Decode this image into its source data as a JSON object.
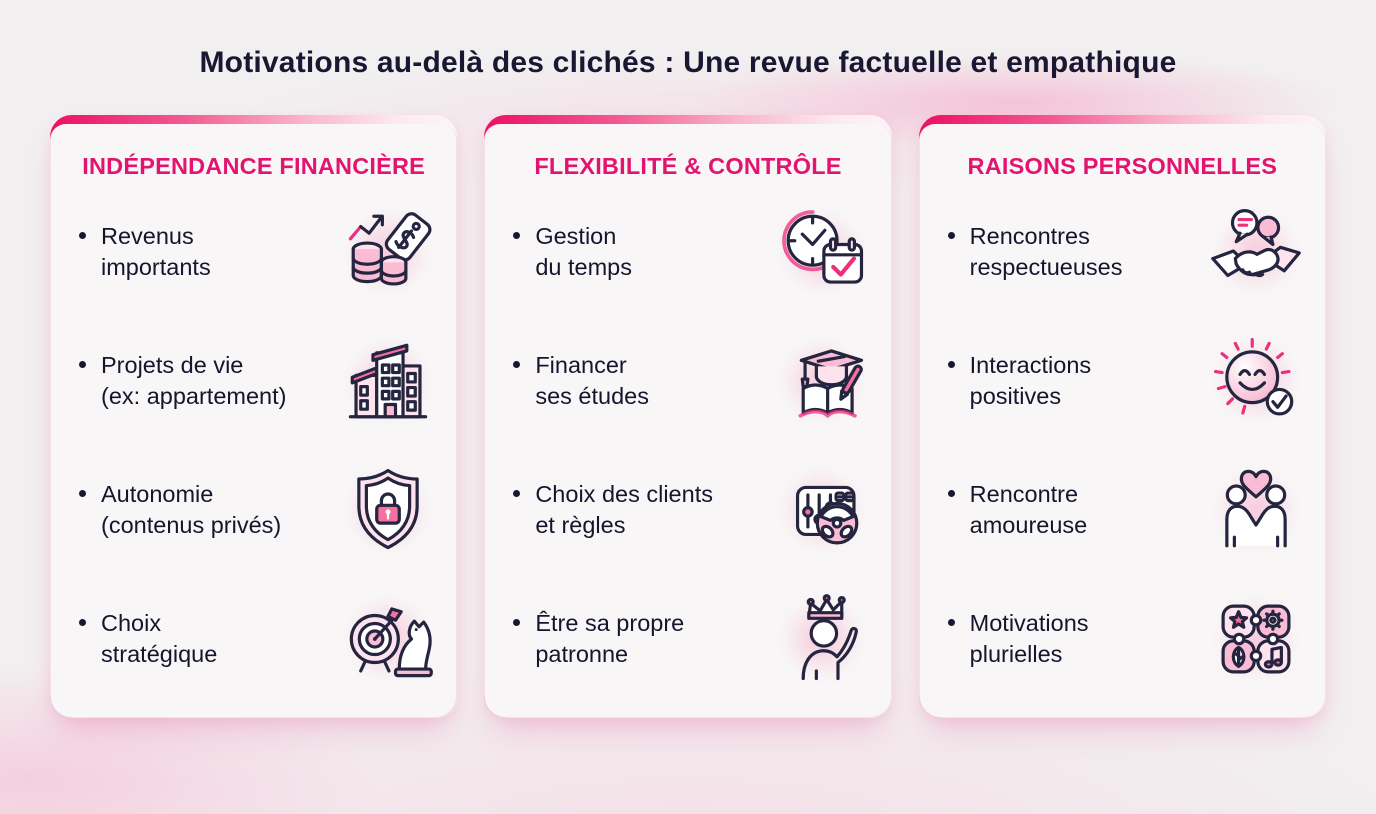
{
  "page": {
    "title": "Motivations au-delà des clichés : Une revue factuelle et empathique",
    "colors": {
      "background": "#f2eff0",
      "card_background": "#f8f6f7",
      "accent_pink": "#e8176f",
      "header_pink": "#e2146f",
      "text_dark": "#15152d"
    }
  },
  "cards": [
    {
      "header": "INDÉPENDANCE FINANCIÈRE",
      "items": [
        {
          "lines": [
            "Revenus",
            "importants"
          ],
          "icon": "coins-price-tag-icon"
        },
        {
          "lines": [
            "Projets de vie",
            "(ex: appartement)"
          ],
          "icon": "apartment-building-icon"
        },
        {
          "lines": [
            "Autonomie",
            "(contenus privés)"
          ],
          "icon": "shield-lock-icon"
        },
        {
          "lines": [
            "Choix",
            "stratégique"
          ],
          "icon": "target-chess-knight-icon"
        }
      ]
    },
    {
      "header": "FLEXIBILITÉ & CONTRÔLE",
      "items": [
        {
          "lines": [
            "Gestion",
            "du temps"
          ],
          "icon": "clock-calendar-icon"
        },
        {
          "lines": [
            "Financer",
            "ses études"
          ],
          "icon": "graduation-book-icon"
        },
        {
          "lines": [
            "Choix des clients",
            "et règles"
          ],
          "icon": "sliders-steering-wheel-icon"
        },
        {
          "lines": [
            "Être sa propre",
            "patronne"
          ],
          "icon": "crowned-person-icon"
        }
      ]
    },
    {
      "header": "RAISONS PERSONNELLES",
      "items": [
        {
          "lines": [
            "Rencontres",
            "respectueuses"
          ],
          "icon": "handshake-chat-icon"
        },
        {
          "lines": [
            "Interactions",
            "positives"
          ],
          "icon": "smiley-check-icon"
        },
        {
          "lines": [
            "Rencontre",
            "amoureuse"
          ],
          "icon": "couple-heart-icon"
        },
        {
          "lines": [
            "Motivations",
            "plurielles"
          ],
          "icon": "puzzle-motivations-icon"
        }
      ]
    }
  ]
}
